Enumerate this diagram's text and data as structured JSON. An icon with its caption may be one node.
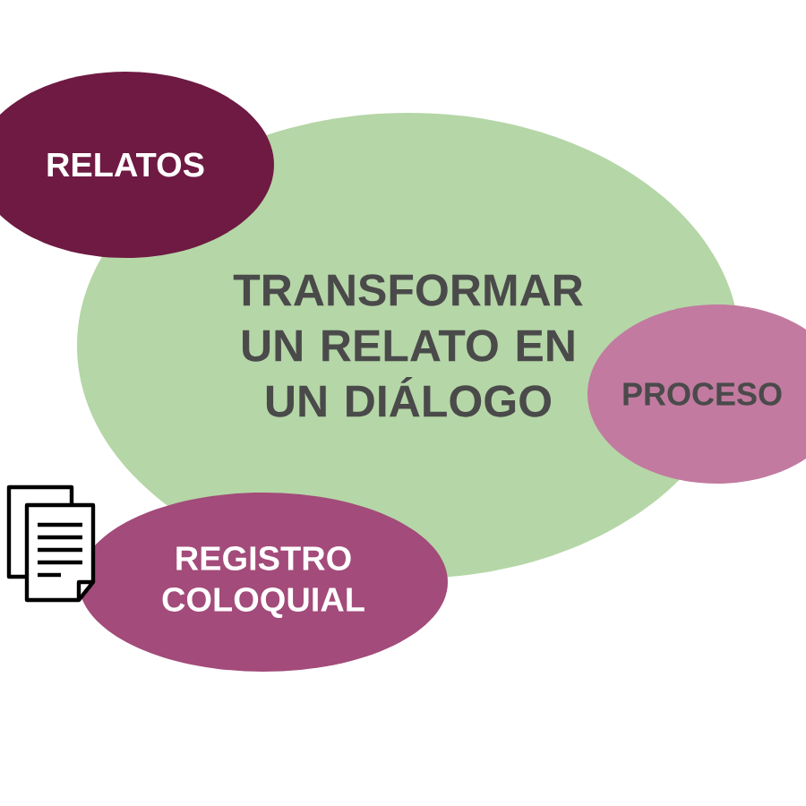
{
  "diagram": {
    "nodes": [
      {
        "text": [
          "RELATOS"
        ]
      },
      {
        "text": [
          "TRANSFORMAR UN RELATO EN UN DIÁLOGO"
        ]
      },
      {
        "text": [
          "PROCESO"
        ]
      },
      {
        "text": [
          "REGISTRO COLOQUIAL"
        ]
      }
    ]
  }
}
